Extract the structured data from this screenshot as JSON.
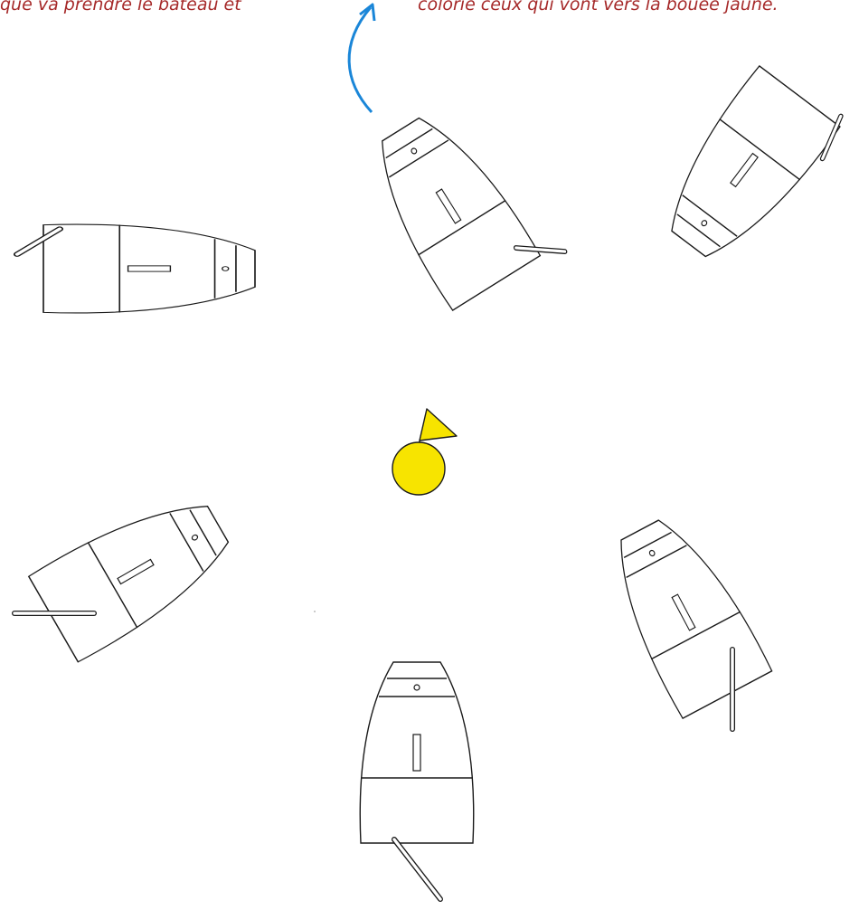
{
  "instructions": {
    "left": "que va prendre le bateau et",
    "right": "colorie ceux qui vont vers la bouée jaune."
  },
  "colors": {
    "text": "#a62a2a",
    "arrow": "#1a86d8",
    "buoy": "#f7e400",
    "outline": "#1a1a1a"
  },
  "icons": {
    "arrow": "curved-arrow-icon",
    "buoy": "yellow-buoy-icon",
    "boat": "optimist-dinghy-icon"
  },
  "boats_count": 6
}
